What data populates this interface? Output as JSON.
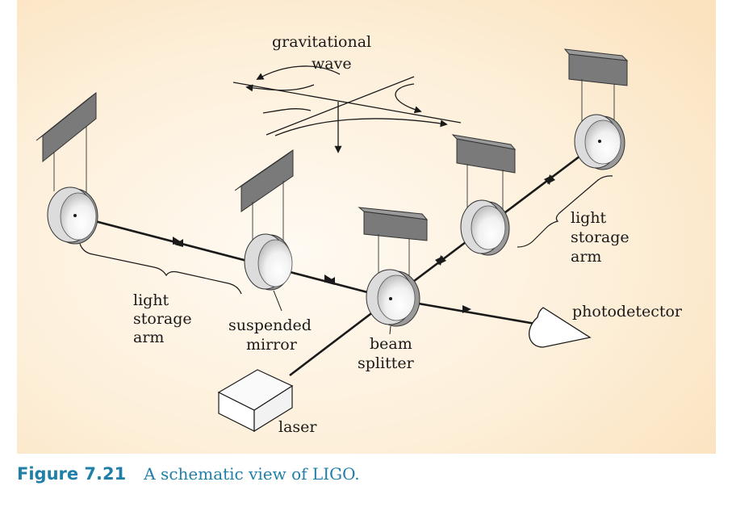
{
  "diagram": {
    "labels": {
      "wave_line1": "gravitational",
      "wave_line2": "wave",
      "left_arm_line1": "light",
      "left_arm_line2": "storage",
      "left_arm_line3": "arm",
      "right_arm_line1": "light",
      "right_arm_line2": "storage",
      "right_arm_line3": "arm",
      "mirror_line1": "suspended",
      "mirror_line2": "mirror",
      "splitter_line1": "beam",
      "splitter_line2": "splitter",
      "photodetector": "photodetector",
      "laser": "laser"
    },
    "colors": {
      "background": "#fde9cd",
      "beam": "#1a1a1a",
      "block": "#7a7a7a",
      "mirror": "#e6e6e6",
      "caption": "#1f7fa6"
    }
  },
  "caption": {
    "label": "Figure 7.21",
    "text": "A schematic view of LIGO."
  }
}
